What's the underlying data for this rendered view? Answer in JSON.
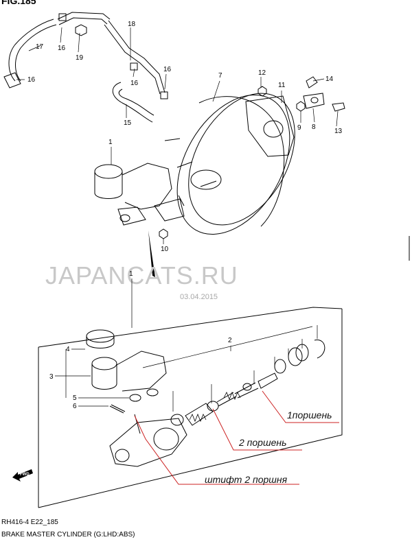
{
  "header": {
    "partial_title": "FIG.185"
  },
  "callouts": [
    "1",
    "2",
    "3",
    "4",
    "5",
    "6",
    "7",
    "8",
    "9",
    "10",
    "11",
    "12",
    "13",
    "14",
    "15",
    "16",
    "17",
    "18",
    "19"
  ],
  "watermark": {
    "text": "JAPANCATS.RU",
    "date": "03.04.2015"
  },
  "annotations": {
    "piston_1": "1поршень",
    "piston_2": "2 поршень",
    "piston_2_pin": "штифт 2 поршня"
  },
  "fwd_label": "FWD",
  "footer": {
    "code": "RH416-4 E22_185",
    "title": "BRAKE MASTER CYLINDER (G:LHD:ABS)"
  },
  "colors": {
    "line": "#000000",
    "annotation": "#cc2222",
    "watermark": "#c8c8c8"
  }
}
